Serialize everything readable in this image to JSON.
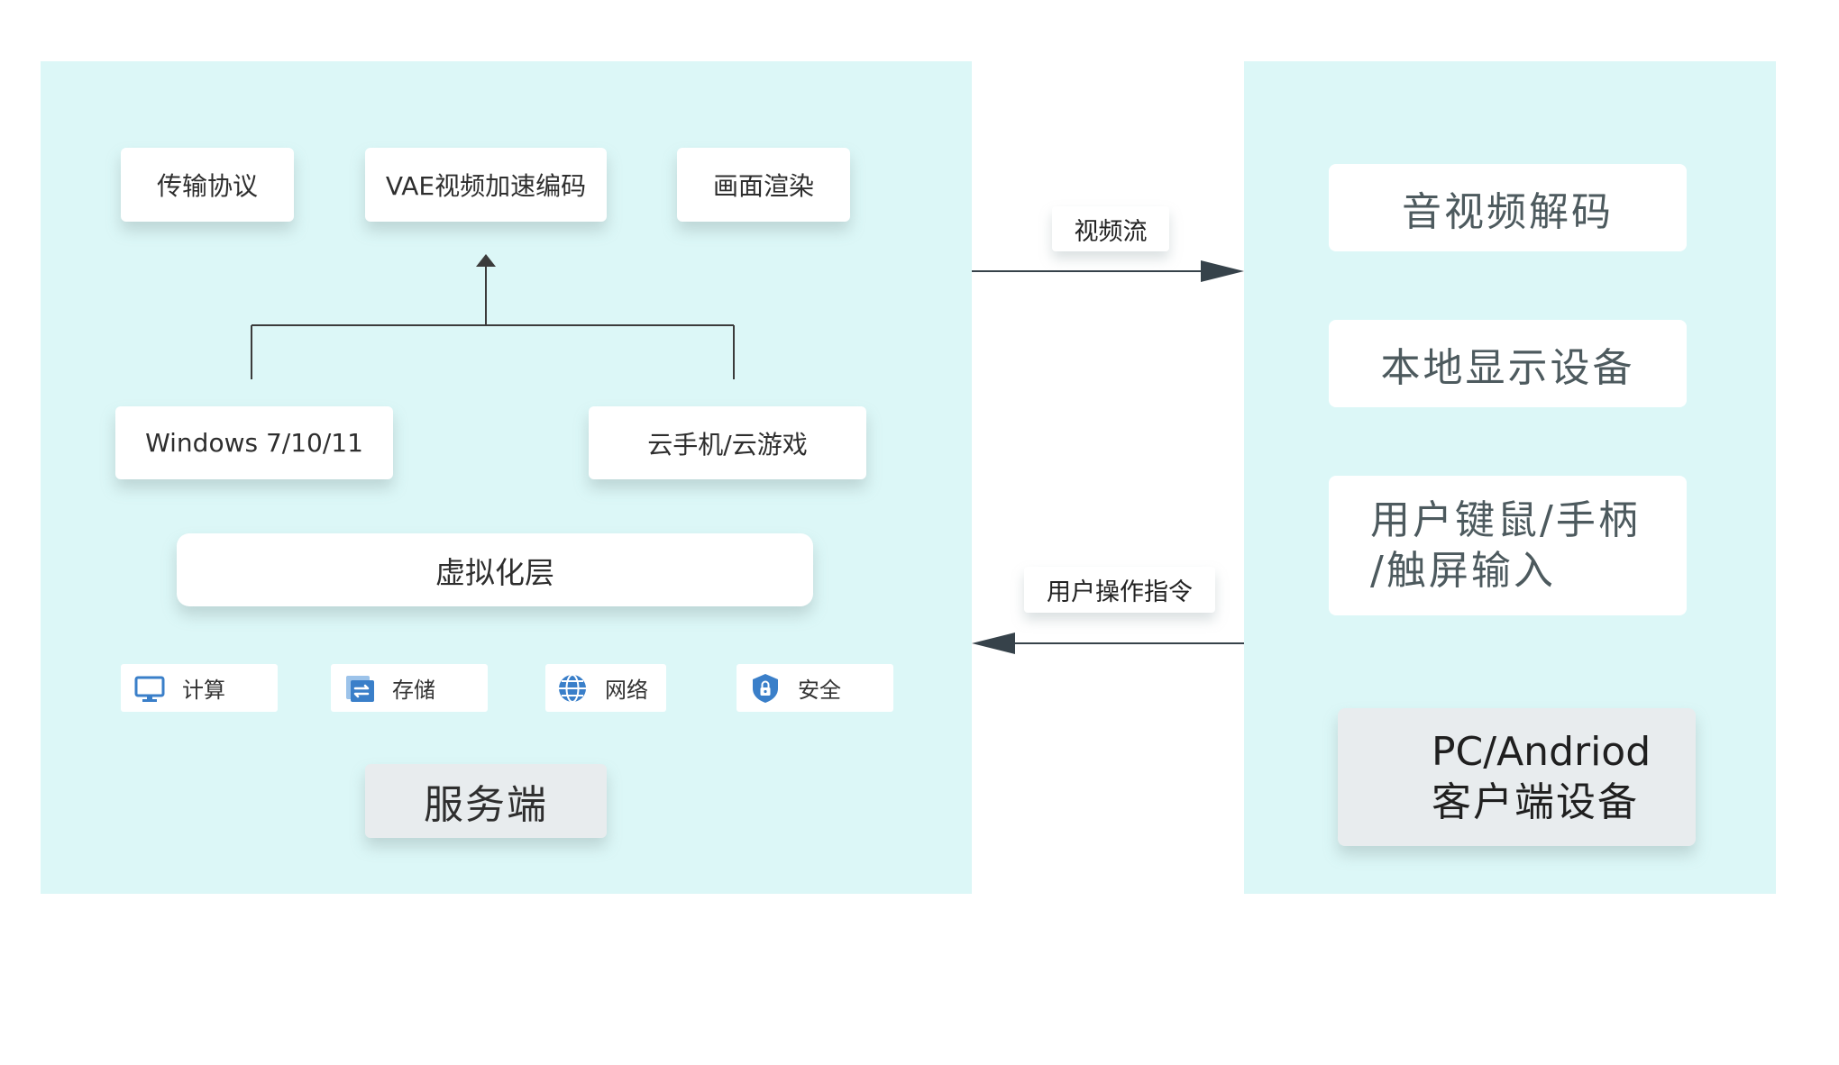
{
  "server": {
    "modules": [
      "传输协议",
      "VAE视频加速编码",
      "画面渲染"
    ],
    "os_windows": "Windows 7/10/11",
    "os_cloud": "云手机/云游戏",
    "virtualization": "虚拟化层",
    "resources": [
      {
        "label": "计算",
        "icon": "monitor-icon"
      },
      {
        "label": "存储",
        "icon": "storage-icon"
      },
      {
        "label": "网络",
        "icon": "globe-icon"
      },
      {
        "label": "安全",
        "icon": "shield-lock-icon"
      }
    ],
    "title": "服务端"
  },
  "flows": {
    "video": "视频流",
    "user": "用户操作指令"
  },
  "client": {
    "decode": "音视频解码",
    "display": "本地显示设备",
    "input_line1": "用户键鼠/手柄",
    "input_line2": "/触屏输入",
    "device_line1": "PC/Andriod",
    "device_line2": "客户端设备"
  },
  "colors": {
    "panel_bg": "#dcf7f7",
    "arrow": "#36424a",
    "icon_blue": "#3a7fc9"
  }
}
